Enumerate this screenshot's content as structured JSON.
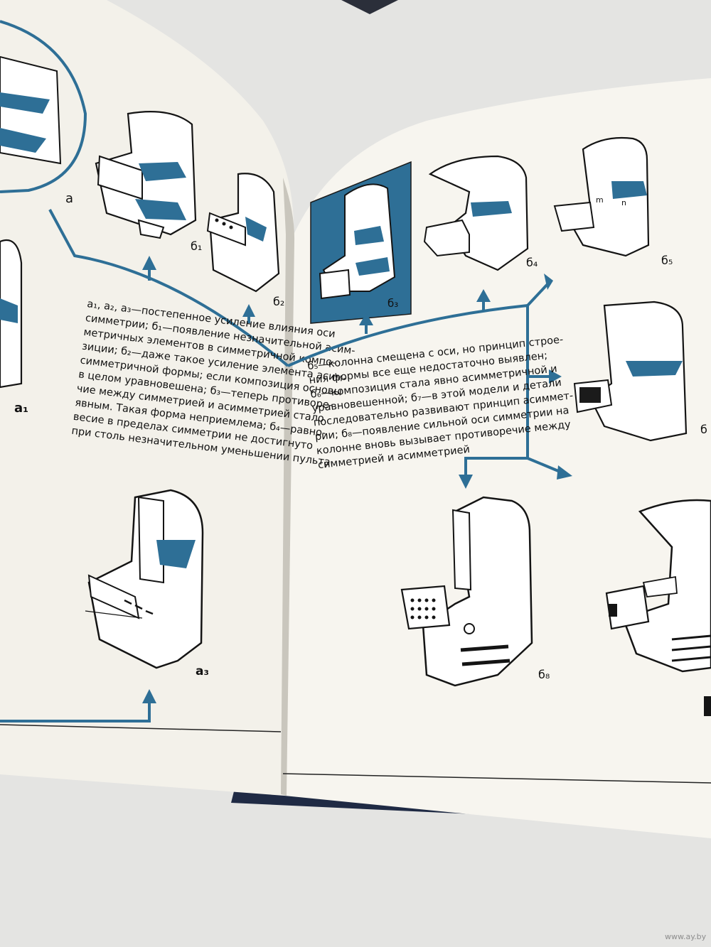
{
  "left_page": {
    "caption_lines": [
      "а₁, а₂, а₃—постепенное усиление влияния оси",
      "симметрии; б₁—появление незначительной асим-",
      "метричных элементов в симметричной компо-",
      "зиции; б₂—даже такое усиление элемента асим-",
      "симметричной формы; если композиция основы",
      "в целом уравновешена; б₃—теперь противоре-",
      "чие между симметрией и асимметрией стало",
      "явным. Такая форма неприемлема; б₄—равно-",
      "весие в пределах симметрии не достигнуто",
      "при столь незначительном уменьшении пульта"
    ],
    "figure_labels": {
      "a": "а",
      "b1": "б₁",
      "b2": "б₂",
      "a1": "а₁",
      "a3": "а₃"
    }
  },
  "right_page": {
    "caption_lines": [
      "б₅—колонна смещена с оси, но принцип строе-",
      "ния формы все еще недостаточно выявлен;",
      "б₆—композиция стала явно асимметричной и",
      "уравновешенной; б₇—в этой модели и детали",
      "последовательно развивают принцип асиммет-",
      "рии; б₈—появление сильной оси симметрии на",
      "колонне вновь вызывает противоречие между",
      "симметрией и асимметрией"
    ],
    "figure_labels": {
      "b3": "б₃",
      "b4": "б₄",
      "b5": "б₅",
      "b6": "б",
      "b8": "б₈"
    }
  },
  "watermark": "www.ay.by",
  "colors": {
    "accent_blue": "#2e6f96",
    "paper": "#f5f3ed",
    "ink": "#141414",
    "background": "#e7e7e5"
  }
}
